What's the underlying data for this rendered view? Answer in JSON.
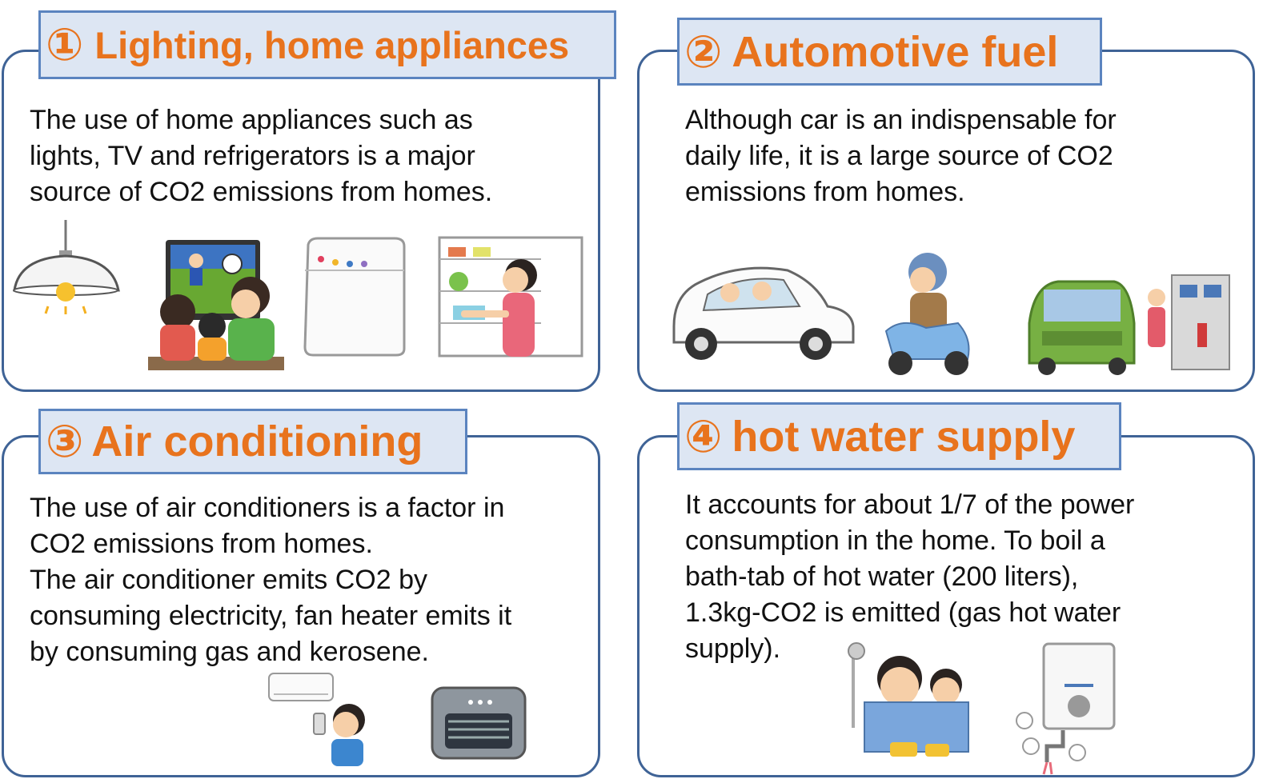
{
  "panels": [
    {
      "number": "①",
      "title": "Lighting, home appliances",
      "lines": [
        "The use of home appliances such as",
        "lights, TV and refrigerators is a major",
        "source of CO2 emissions from homes."
      ],
      "illustrations": [
        "pendant-lamp-icon",
        "family-watching-tv-icon",
        "washing-machine-icon",
        "refrigerator-icon"
      ]
    },
    {
      "number": "②",
      "title": "Automotive fuel",
      "lines": [
        "Although car is an indispensable for",
        "daily life, it is a large source of CO2",
        "emissions from homes."
      ],
      "illustrations": [
        "white-car-icon",
        "scooter-rider-icon",
        "green-car-refueling-icon"
      ]
    },
    {
      "number": "③",
      "title": "Air conditioning",
      "lines": [
        "The use of air conditioners is a factor in",
        "CO2 emissions from homes.",
        "The air conditioner emits CO2 by",
        "consuming electricity, fan heater emits it",
        "by consuming gas and kerosene."
      ],
      "illustrations": [
        "air-conditioner-remote-icon",
        "fan-heater-icon"
      ]
    },
    {
      "number": "④",
      "title": "hot water supply",
      "lines": [
        "It accounts for about 1/7 of the power",
        "consumption in the home. To boil a",
        "bath-tab of hot water (200 liters),",
        "1.3kg-CO2 is emitted (gas hot water",
        "supply)."
      ],
      "illustrations": [
        "bath-shower-icon",
        "gas-water-heater-icon"
      ]
    }
  ],
  "colors": {
    "border": "#3f6396",
    "title_bg": "#dde6f3",
    "title_border": "#5b84bf",
    "title_text": "#e8731d"
  }
}
